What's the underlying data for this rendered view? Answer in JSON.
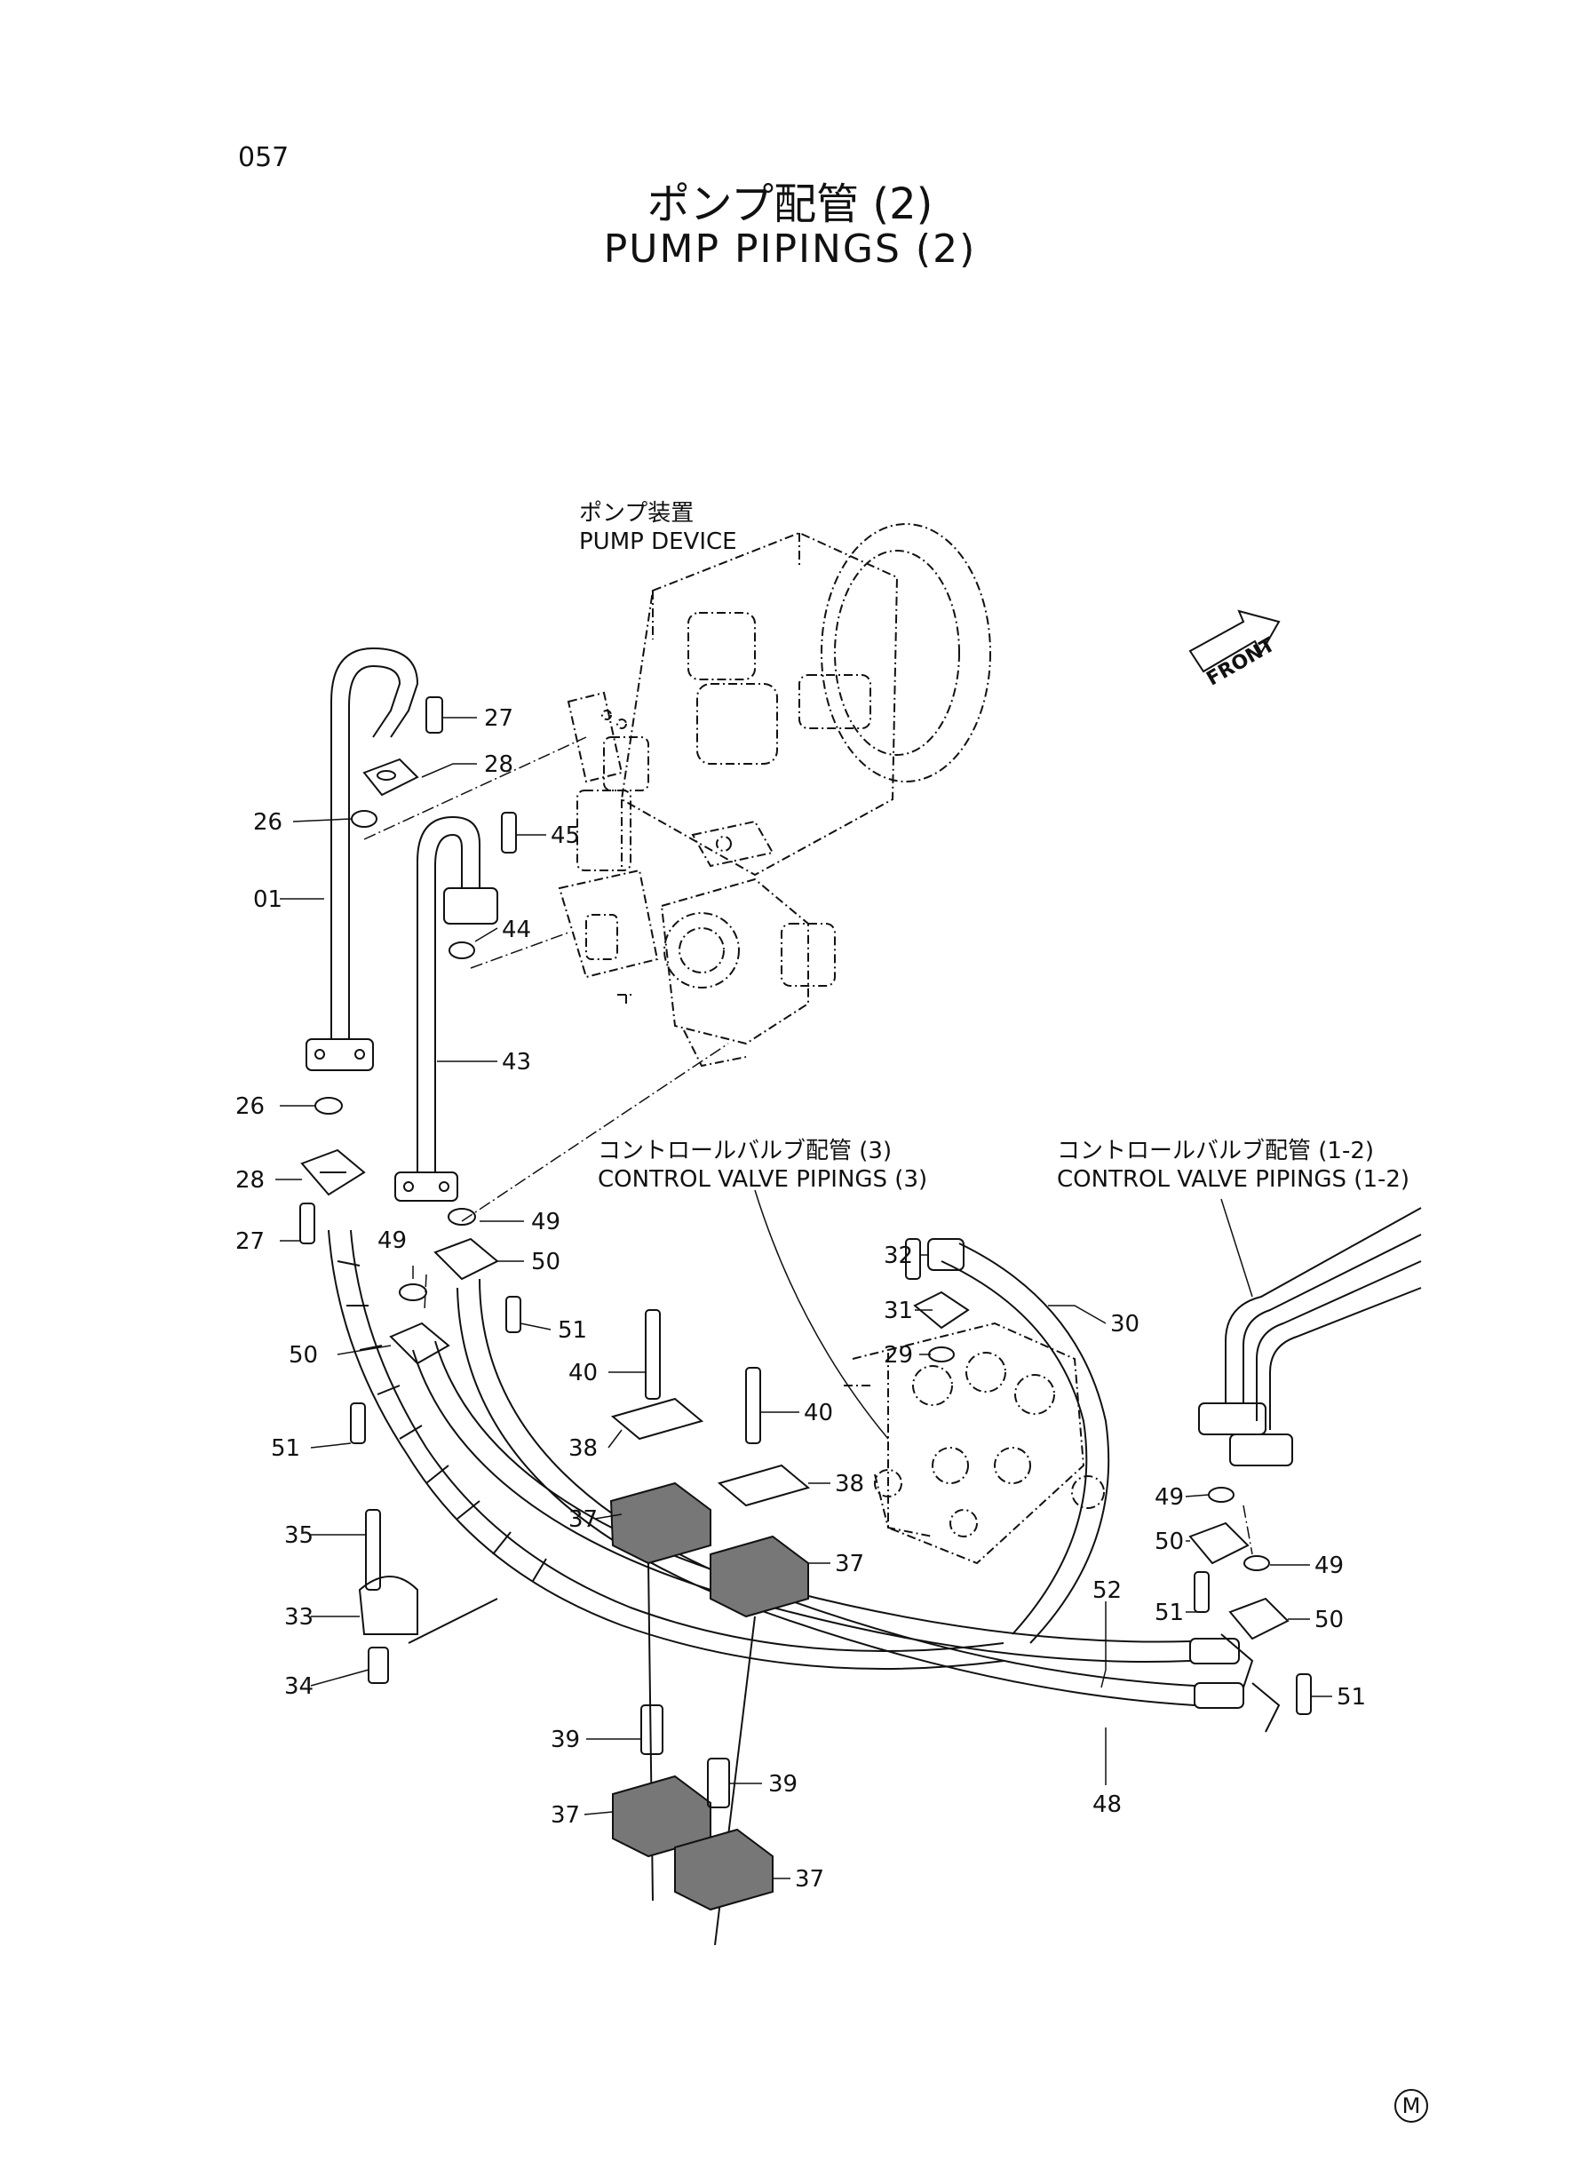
{
  "header": {
    "page_number": "057",
    "title_jp": "ポンプ配管 (2)",
    "title_en": "PUMP PIPINGS (2)"
  },
  "references": {
    "pump_device_jp": "ポンプ装置",
    "pump_device_en": "PUMP DEVICE",
    "cv_pipings_3_jp": "コントロールバルブ配管 (3)",
    "cv_pipings_3_en": "CONTROL VALVE PIPINGS (3)",
    "cv_pipings_12_jp": "コントロールバルブ配管 (1-2)",
    "cv_pipings_12_en": "CONTROL VALVE PIPINGS (1-2)"
  },
  "front_label": "FRONT",
  "footer_mark": "M",
  "callouts": [
    {
      "id": "c27a",
      "text": "27"
    },
    {
      "id": "c28a",
      "text": "28"
    },
    {
      "id": "c26a",
      "text": "26"
    },
    {
      "id": "c01",
      "text": "01"
    },
    {
      "id": "c45",
      "text": "45"
    },
    {
      "id": "c44",
      "text": "44"
    },
    {
      "id": "c43",
      "text": "43"
    },
    {
      "id": "c26b",
      "text": "26"
    },
    {
      "id": "c28b",
      "text": "28"
    },
    {
      "id": "c27b",
      "text": "27"
    },
    {
      "id": "c49a",
      "text": "49"
    },
    {
      "id": "c49b",
      "text": "49"
    },
    {
      "id": "c50a",
      "text": "50"
    },
    {
      "id": "c51a",
      "text": "51"
    },
    {
      "id": "c50b",
      "text": "50"
    },
    {
      "id": "c40a",
      "text": "40"
    },
    {
      "id": "c51b",
      "text": "51"
    },
    {
      "id": "c40b",
      "text": "40"
    },
    {
      "id": "c38a",
      "text": "38"
    },
    {
      "id": "c38b",
      "text": "38"
    },
    {
      "id": "c37a",
      "text": "37"
    },
    {
      "id": "c35",
      "text": "35"
    },
    {
      "id": "c37b",
      "text": "37"
    },
    {
      "id": "c33",
      "text": "33"
    },
    {
      "id": "c34",
      "text": "34"
    },
    {
      "id": "c39a",
      "text": "39"
    },
    {
      "id": "c39b",
      "text": "39"
    },
    {
      "id": "c37c",
      "text": "37"
    },
    {
      "id": "c37d",
      "text": "37"
    },
    {
      "id": "c32",
      "text": "32"
    },
    {
      "id": "c31",
      "text": "31"
    },
    {
      "id": "c30",
      "text": "30"
    },
    {
      "id": "c29",
      "text": "29"
    },
    {
      "id": "c49c",
      "text": "49"
    },
    {
      "id": "c50c",
      "text": "50"
    },
    {
      "id": "c49d",
      "text": "49"
    },
    {
      "id": "c51c",
      "text": "51"
    },
    {
      "id": "c50d",
      "text": "50"
    },
    {
      "id": "c52",
      "text": "52"
    },
    {
      "id": "c51d",
      "text": "51"
    },
    {
      "id": "c48",
      "text": "48"
    }
  ]
}
